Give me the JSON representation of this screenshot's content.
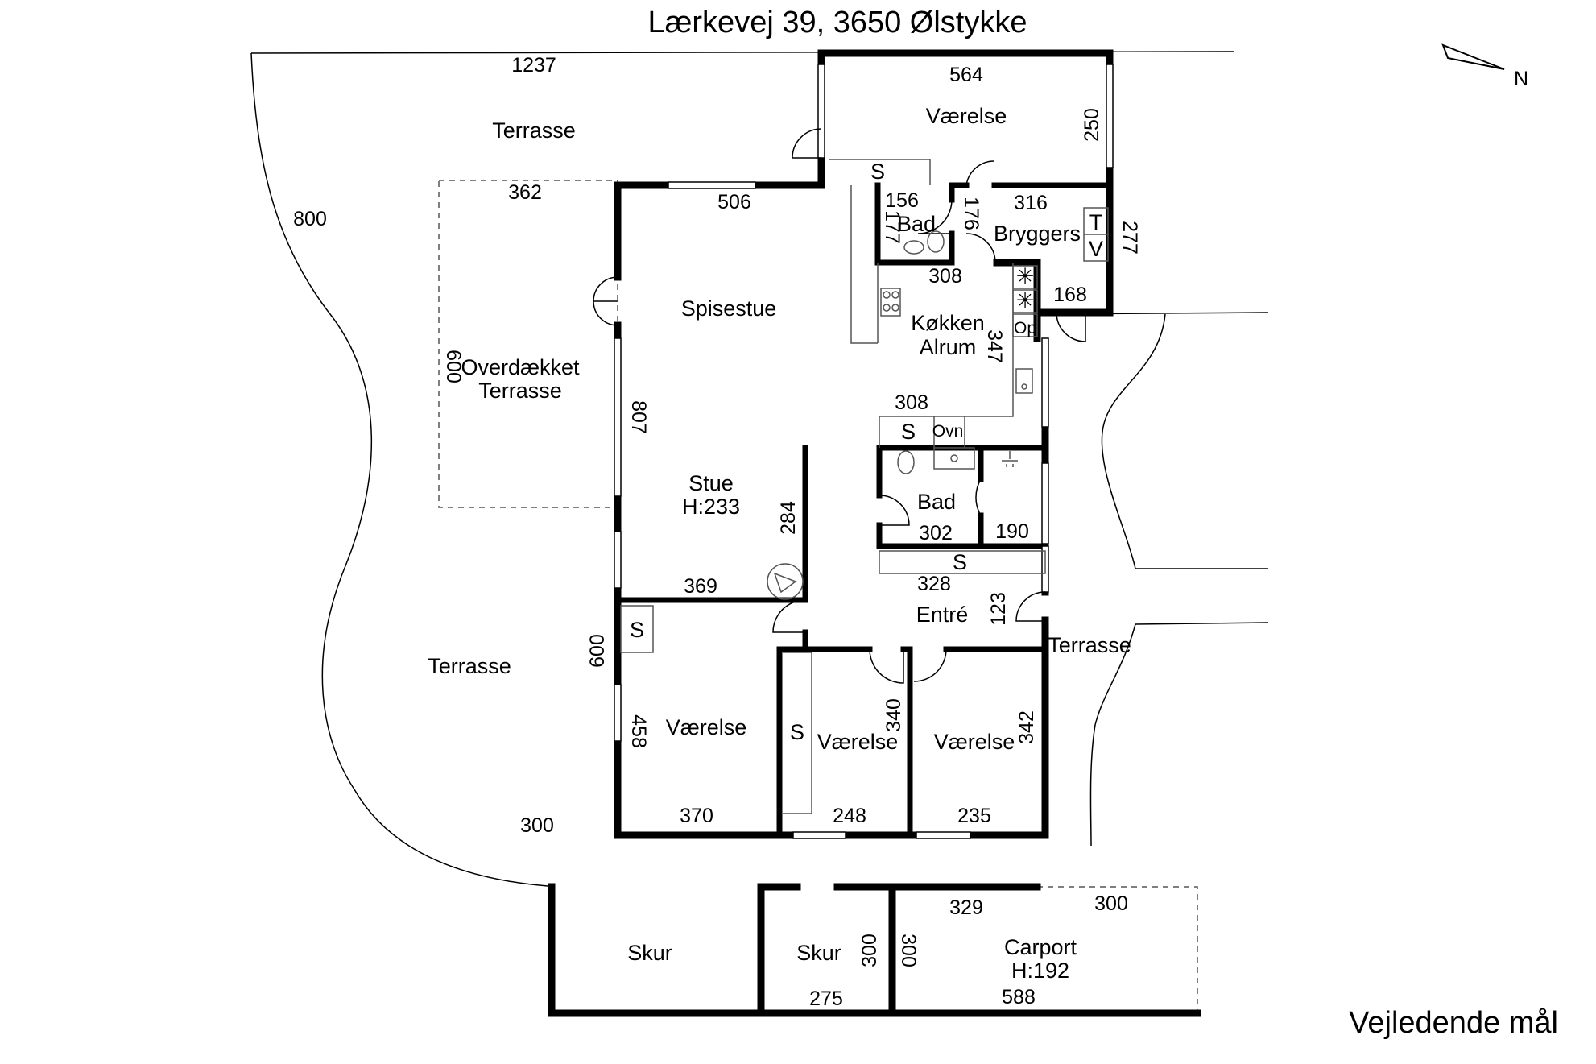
{
  "title": "Lærkevej 39, 3650 Ølstykke",
  "note": "Vejledende mål",
  "north_label": "N",
  "rooms": {
    "vaerelse_top": "Værelse",
    "bad_small": "Bad",
    "bryggers": "Bryggers",
    "spisestue": "Spisestue",
    "koekken_1": "Køkken",
    "koekken_2": "Alrum",
    "stue_1": "Stue",
    "stue_2": "H:233",
    "bad": "Bad",
    "entre": "Entré",
    "vaerelse_sw": "Værelse",
    "vaerelse_mid": "Værelse",
    "vaerelse_se": "Værelse",
    "terrasse_nw": "Terrasse",
    "terrasse_sw": "Terrasse",
    "terrasse_e": "Terrasse",
    "overdaekket_1": "Overdækket",
    "overdaekket_2": "Terrasse",
    "skur_1": "Skur",
    "skur_2": "Skur",
    "carport_1": "Carport",
    "carport_2": "H:192"
  },
  "fixtures": {
    "s": "S",
    "t": "T",
    "v": "V",
    "op": "Op",
    "ovn": "Ovn",
    "star": "✳"
  },
  "dims": {
    "d1237": "1237",
    "d564": "564",
    "d250": "250",
    "d800": "800",
    "d362": "362",
    "d506": "506",
    "d156": "156",
    "d177": "177",
    "d176": "176",
    "d316": "316",
    "d277": "277",
    "d308a": "308",
    "d168": "168",
    "d347": "347",
    "d600a": "600",
    "d807": "807",
    "d308b": "308",
    "d284": "284",
    "d302": "302",
    "d190": "190",
    "d369": "369",
    "d328": "328",
    "d123": "123",
    "d600b": "600",
    "d458": "458",
    "d340": "340",
    "d342": "342",
    "d370": "370",
    "d248": "248",
    "d235": "235",
    "d300a": "300",
    "d329": "329",
    "d300b": "300",
    "d300c": "300",
    "d300d": "300",
    "d275": "275",
    "d588": "588"
  }
}
